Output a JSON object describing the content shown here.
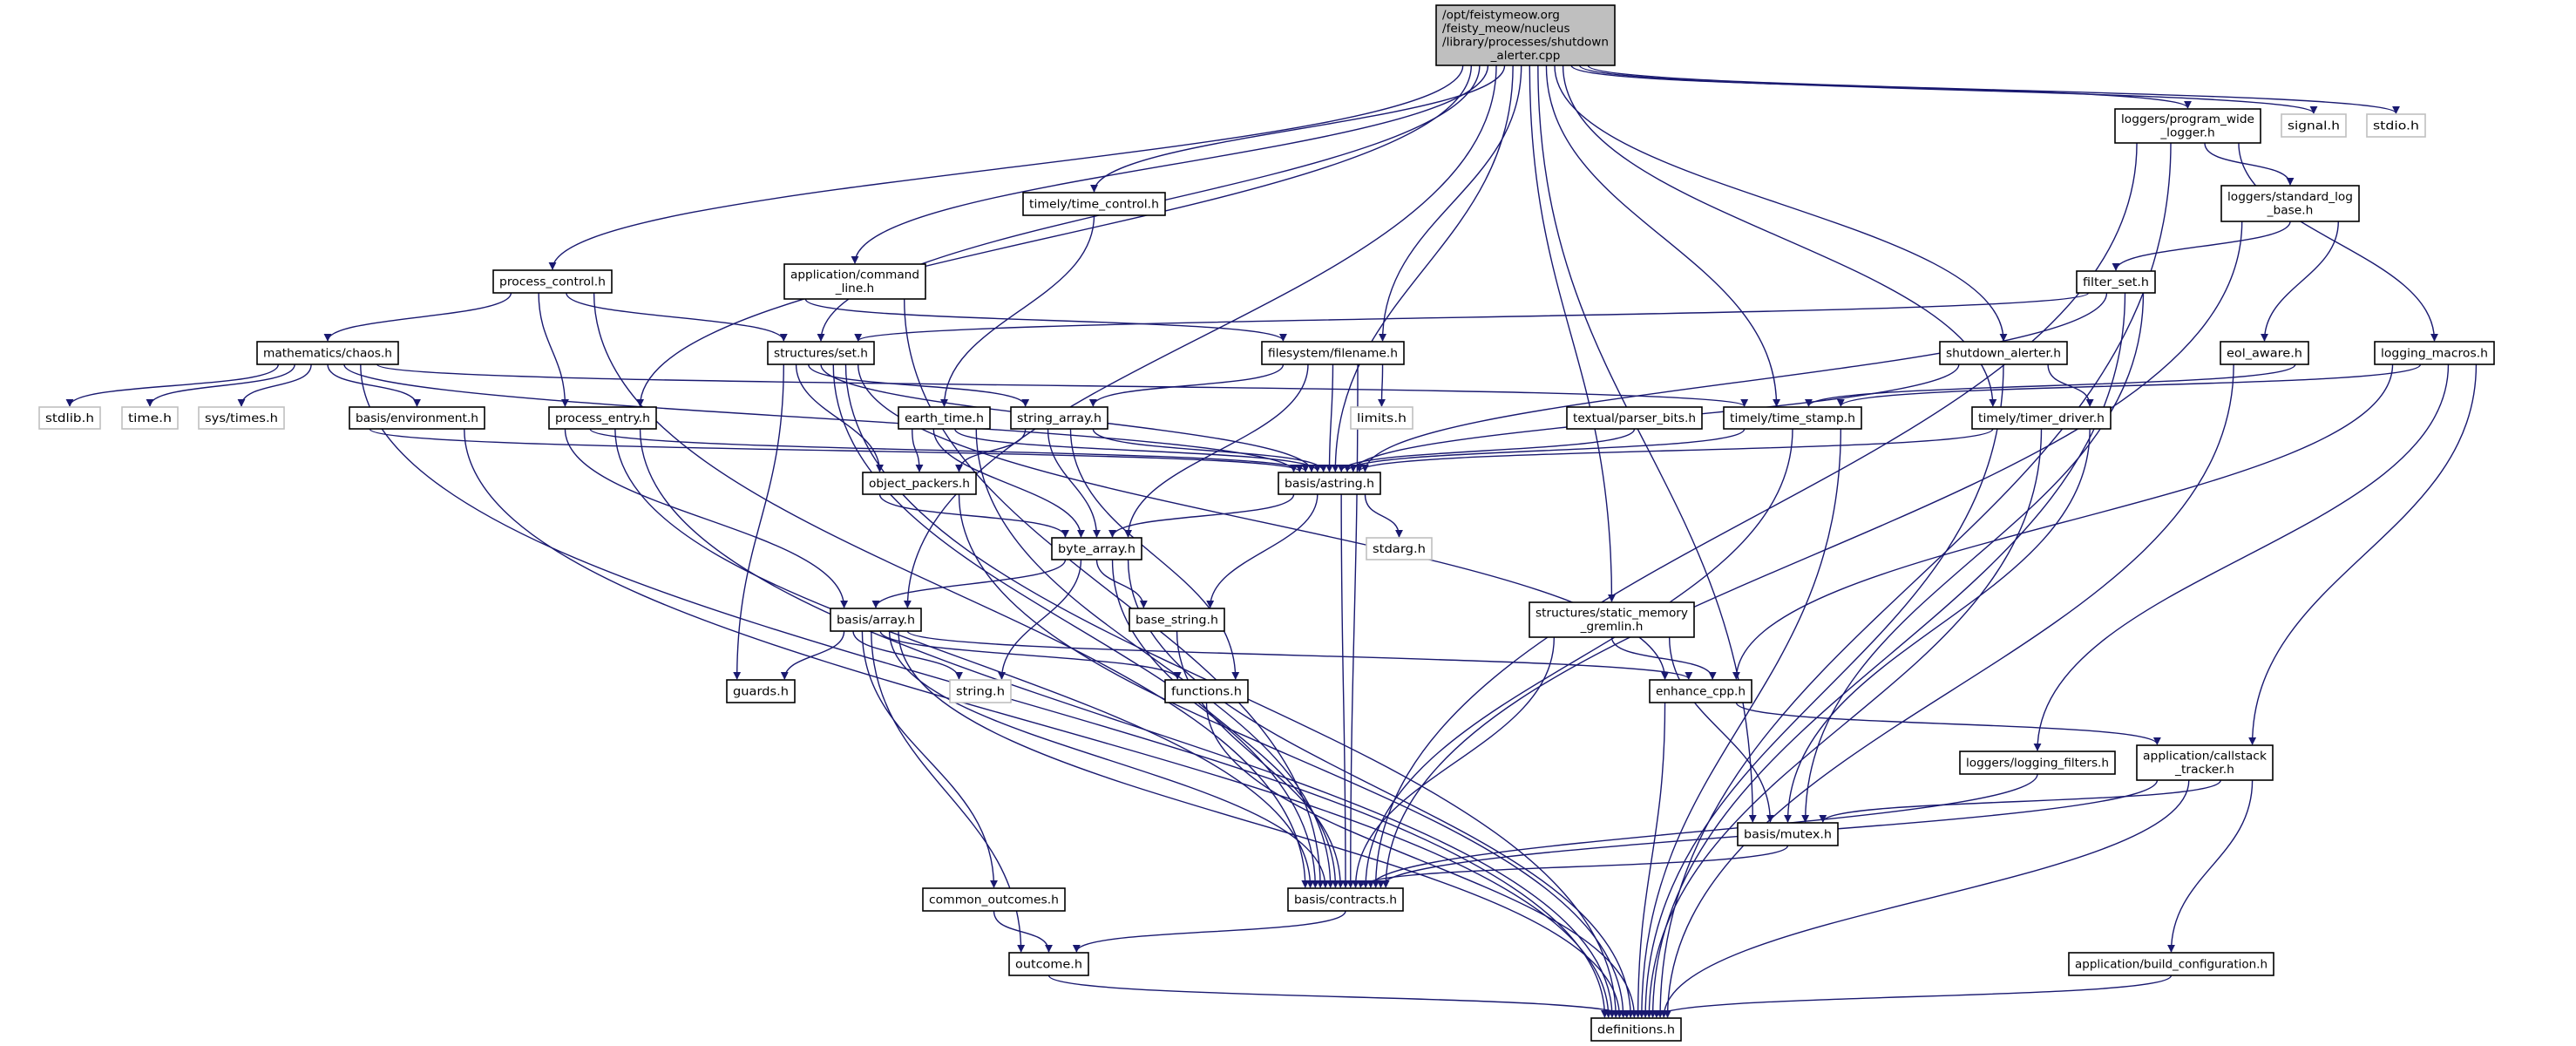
{
  "colors": {
    "edge": "#191970",
    "node_border": "#000000",
    "system_border": "#bfbfbf",
    "root_fill": "#bfbfbf",
    "background": "#ffffff"
  },
  "nodes": [
    {
      "id": "root",
      "lines": [
        "/opt/feistymeow.org",
        "/feisty_meow/nucleus",
        "/library/processes/shutdown",
        "_alerter.cpp"
      ],
      "kind": "root"
    },
    {
      "id": "process_control",
      "lines": [
        "process_control.h"
      ],
      "kind": "local"
    },
    {
      "id": "command_line",
      "lines": [
        "application/command",
        "_line.h"
      ],
      "kind": "local"
    },
    {
      "id": "time_control",
      "lines": [
        "timely/time_control.h"
      ],
      "kind": "local"
    },
    {
      "id": "program_wide_logger",
      "lines": [
        "loggers/program_wide",
        "_logger.h"
      ],
      "kind": "local"
    },
    {
      "id": "signal",
      "lines": [
        "signal.h"
      ],
      "kind": "system"
    },
    {
      "id": "stdio",
      "lines": [
        "stdio.h"
      ],
      "kind": "system"
    },
    {
      "id": "standard_log_base",
      "lines": [
        "loggers/standard_log",
        "_base.h"
      ],
      "kind": "local"
    },
    {
      "id": "filter_set",
      "lines": [
        "filter_set.h"
      ],
      "kind": "local"
    },
    {
      "id": "chaos",
      "lines": [
        "mathematics/chaos.h"
      ],
      "kind": "local"
    },
    {
      "id": "set",
      "lines": [
        "structures/set.h"
      ],
      "kind": "local"
    },
    {
      "id": "filename",
      "lines": [
        "filesystem/filename.h"
      ],
      "kind": "local"
    },
    {
      "id": "shutdown_alerter",
      "lines": [
        "shutdown_alerter.h"
      ],
      "kind": "local"
    },
    {
      "id": "eol_aware",
      "lines": [
        "eol_aware.h"
      ],
      "kind": "local"
    },
    {
      "id": "logging_macros",
      "lines": [
        "logging_macros.h"
      ],
      "kind": "local"
    },
    {
      "id": "stdlib",
      "lines": [
        "stdlib.h"
      ],
      "kind": "system"
    },
    {
      "id": "time_h",
      "lines": [
        "time.h"
      ],
      "kind": "system"
    },
    {
      "id": "sys_times",
      "lines": [
        "sys/times.h"
      ],
      "kind": "system"
    },
    {
      "id": "environment",
      "lines": [
        "basis/environment.h"
      ],
      "kind": "local"
    },
    {
      "id": "process_entry",
      "lines": [
        "process_entry.h"
      ],
      "kind": "local"
    },
    {
      "id": "earth_time",
      "lines": [
        "earth_time.h"
      ],
      "kind": "local"
    },
    {
      "id": "string_array",
      "lines": [
        "string_array.h"
      ],
      "kind": "local"
    },
    {
      "id": "limits",
      "lines": [
        "limits.h"
      ],
      "kind": "system"
    },
    {
      "id": "parser_bits",
      "lines": [
        "textual/parser_bits.h"
      ],
      "kind": "local"
    },
    {
      "id": "time_stamp",
      "lines": [
        "timely/time_stamp.h"
      ],
      "kind": "local"
    },
    {
      "id": "timer_driver",
      "lines": [
        "timely/timer_driver.h"
      ],
      "kind": "local"
    },
    {
      "id": "object_packers",
      "lines": [
        "object_packers.h"
      ],
      "kind": "local"
    },
    {
      "id": "astring",
      "lines": [
        "basis/astring.h"
      ],
      "kind": "local"
    },
    {
      "id": "byte_array",
      "lines": [
        "byte_array.h"
      ],
      "kind": "local"
    },
    {
      "id": "stdarg",
      "lines": [
        "stdarg.h"
      ],
      "kind": "system"
    },
    {
      "id": "array",
      "lines": [
        "basis/array.h"
      ],
      "kind": "local"
    },
    {
      "id": "base_string",
      "lines": [
        "base_string.h"
      ],
      "kind": "local"
    },
    {
      "id": "gremlin",
      "lines": [
        "structures/static_memory",
        "_gremlin.h"
      ],
      "kind": "local"
    },
    {
      "id": "guards",
      "lines": [
        "guards.h"
      ],
      "kind": "local"
    },
    {
      "id": "string_h",
      "lines": [
        "string.h"
      ],
      "kind": "system"
    },
    {
      "id": "functions",
      "lines": [
        "functions.h"
      ],
      "kind": "local"
    },
    {
      "id": "enhance_cpp",
      "lines": [
        "enhance_cpp.h"
      ],
      "kind": "local"
    },
    {
      "id": "logging_filters",
      "lines": [
        "loggers/logging_filters.h"
      ],
      "kind": "local"
    },
    {
      "id": "callstack_tracker",
      "lines": [
        "application/callstack",
        "_tracker.h"
      ],
      "kind": "local"
    },
    {
      "id": "mutex",
      "lines": [
        "basis/mutex.h"
      ],
      "kind": "local"
    },
    {
      "id": "common_outcomes",
      "lines": [
        "common_outcomes.h"
      ],
      "kind": "local"
    },
    {
      "id": "contracts",
      "lines": [
        "basis/contracts.h"
      ],
      "kind": "local"
    },
    {
      "id": "outcome",
      "lines": [
        "outcome.h"
      ],
      "kind": "local"
    },
    {
      "id": "build_configuration",
      "lines": [
        "application/build_configuration.h"
      ],
      "kind": "local"
    },
    {
      "id": "definitions",
      "lines": [
        "definitions.h"
      ],
      "kind": "local"
    }
  ],
  "edges": [
    [
      "root",
      "process_control"
    ],
    [
      "root",
      "process_entry"
    ],
    [
      "root",
      "set"
    ],
    [
      "root",
      "array"
    ],
    [
      "root",
      "command_line"
    ],
    [
      "root",
      "time_control"
    ],
    [
      "root",
      "astring"
    ],
    [
      "root",
      "filename"
    ],
    [
      "root",
      "time_stamp"
    ],
    [
      "root",
      "gremlin"
    ],
    [
      "root",
      "mutex"
    ],
    [
      "root",
      "shutdown_alerter"
    ],
    [
      "root",
      "timer_driver"
    ],
    [
      "root",
      "program_wide_logger"
    ],
    [
      "root",
      "signal"
    ],
    [
      "root",
      "stdio"
    ],
    [
      "process_control",
      "chaos"
    ],
    [
      "process_control",
      "set"
    ],
    [
      "process_control",
      "process_entry"
    ],
    [
      "process_control",
      "contracts"
    ],
    [
      "command_line",
      "filename"
    ],
    [
      "command_line",
      "contracts"
    ],
    [
      "time_control",
      "earth_time"
    ],
    [
      "chaos",
      "stdlib"
    ],
    [
      "chaos",
      "time_h"
    ],
    [
      "chaos",
      "sys_times"
    ],
    [
      "chaos",
      "environment"
    ],
    [
      "chaos",
      "definitions"
    ],
    [
      "chaos",
      "astring"
    ],
    [
      "chaos",
      "time_stamp"
    ],
    [
      "set",
      "definitions"
    ],
    [
      "set",
      "guards"
    ],
    [
      "set",
      "contracts"
    ],
    [
      "set",
      "object_packers"
    ],
    [
      "set",
      "string_array"
    ],
    [
      "set",
      "astring"
    ],
    [
      "set",
      "enhance_cpp"
    ],
    [
      "environment",
      "astring"
    ],
    [
      "environment",
      "definitions"
    ],
    [
      "process_entry",
      "astring"
    ],
    [
      "process_entry",
      "array"
    ],
    [
      "process_entry",
      "contracts"
    ],
    [
      "process_entry",
      "definitions"
    ],
    [
      "earth_time",
      "object_packers"
    ],
    [
      "earth_time",
      "byte_array"
    ],
    [
      "earth_time",
      "astring"
    ],
    [
      "earth_time",
      "contracts"
    ],
    [
      "string_array",
      "object_packers"
    ],
    [
      "string_array",
      "byte_array"
    ],
    [
      "string_array",
      "astring"
    ],
    [
      "string_array",
      "functions"
    ],
    [
      "filename",
      "string_array"
    ],
    [
      "filename",
      "byte_array"
    ],
    [
      "filename",
      "astring"
    ],
    [
      "filename",
      "limits"
    ],
    [
      "filename",
      "contracts"
    ],
    [
      "object_packers",
      "byte_array"
    ],
    [
      "object_packers",
      "definitions"
    ],
    [
      "astring",
      "byte_array"
    ],
    [
      "astring",
      "base_string"
    ],
    [
      "astring",
      "stdarg"
    ],
    [
      "astring",
      "contracts"
    ],
    [
      "byte_array",
      "array"
    ],
    [
      "byte_array",
      "base_string"
    ],
    [
      "byte_array",
      "string_h"
    ],
    [
      "byte_array",
      "contracts"
    ],
    [
      "byte_array",
      "definitions"
    ],
    [
      "array",
      "guards"
    ],
    [
      "array",
      "string_h"
    ],
    [
      "array",
      "functions"
    ],
    [
      "array",
      "enhance_cpp"
    ],
    [
      "array",
      "common_outcomes"
    ],
    [
      "array",
      "outcome"
    ],
    [
      "array",
      "contracts"
    ],
    [
      "array",
      "definitions"
    ],
    [
      "base_string",
      "contracts"
    ],
    [
      "functions",
      "definitions"
    ],
    [
      "shutdown_alerter",
      "astring"
    ],
    [
      "shutdown_alerter",
      "timer_driver"
    ],
    [
      "shutdown_alerter",
      "definitions"
    ],
    [
      "filter_set",
      "set"
    ],
    [
      "filter_set",
      "astring"
    ],
    [
      "filter_set",
      "mutex"
    ],
    [
      "filter_set",
      "definitions"
    ],
    [
      "program_wide_logger",
      "standard_log_base"
    ],
    [
      "program_wide_logger",
      "logging_macros"
    ],
    [
      "program_wide_logger",
      "contracts"
    ],
    [
      "program_wide_logger",
      "definitions"
    ],
    [
      "standard_log_base",
      "filter_set"
    ],
    [
      "standard_log_base",
      "eol_aware"
    ],
    [
      "standard_log_base",
      "contracts"
    ],
    [
      "eol_aware",
      "time_stamp"
    ],
    [
      "eol_aware",
      "definitions"
    ],
    [
      "logging_macros",
      "time_stamp"
    ],
    [
      "logging_macros",
      "enhance_cpp"
    ],
    [
      "logging_macros",
      "logging_filters"
    ],
    [
      "logging_macros",
      "callstack_tracker"
    ],
    [
      "parser_bits",
      "astring"
    ],
    [
      "time_stamp",
      "astring"
    ],
    [
      "time_stamp",
      "contracts"
    ],
    [
      "time_stamp",
      "definitions"
    ],
    [
      "timer_driver",
      "astring"
    ],
    [
      "timer_driver",
      "mutex"
    ],
    [
      "timer_driver",
      "definitions"
    ],
    [
      "gremlin",
      "enhance_cpp"
    ],
    [
      "gremlin",
      "mutex"
    ],
    [
      "gremlin",
      "contracts"
    ],
    [
      "enhance_cpp",
      "callstack_tracker"
    ],
    [
      "enhance_cpp",
      "definitions"
    ],
    [
      "logging_filters",
      "contracts"
    ],
    [
      "callstack_tracker",
      "mutex"
    ],
    [
      "callstack_tracker",
      "contracts"
    ],
    [
      "callstack_tracker",
      "build_configuration"
    ],
    [
      "callstack_tracker",
      "definitions"
    ],
    [
      "mutex",
      "contracts"
    ],
    [
      "contracts",
      "outcome"
    ],
    [
      "common_outcomes",
      "outcome"
    ],
    [
      "outcome",
      "definitions"
    ],
    [
      "build_configuration",
      "definitions"
    ]
  ]
}
